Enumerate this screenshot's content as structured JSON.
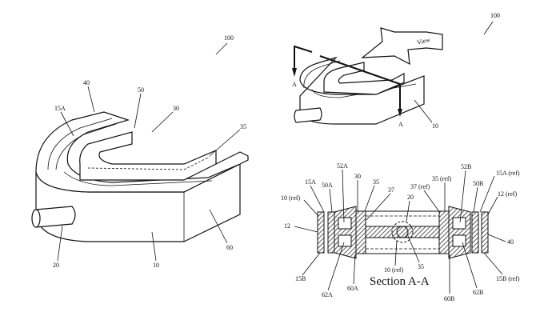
{
  "figure_left": {
    "labels": {
      "ref100": "100",
      "l40": "40",
      "l50": "50",
      "l15A": "15A",
      "l30": "30",
      "l35": "35",
      "l20": "20",
      "l10": "10",
      "l60": "60"
    }
  },
  "figure_top_right": {
    "labels": {
      "ref100": "100",
      "a1": "A",
      "a2": "A",
      "view": "View",
      "l10": "10"
    }
  },
  "section": {
    "caption": "Section A-A",
    "labels": {
      "l10ref_left": "10 (ref)",
      "l15A": "15A",
      "l50A": "50A",
      "l52A": "52A",
      "l30": "30",
      "l35": "35",
      "l37": "37",
      "l20": "20",
      "l37ref": "37 (ref)",
      "l35ref": "35 (ref)",
      "l52B": "52B",
      "l50B": "50B",
      "l15Aref": "15A (ref)",
      "l12ref": "12 (ref)",
      "l12": "12",
      "l40": "40",
      "l15B": "15B",
      "l62A": "62A",
      "l60A": "60A",
      "l10ref_bottom": "10 (ref)",
      "l35b": "35",
      "l60B": "60B",
      "l62B": "62B",
      "l15Bref": "15B (ref)"
    }
  }
}
